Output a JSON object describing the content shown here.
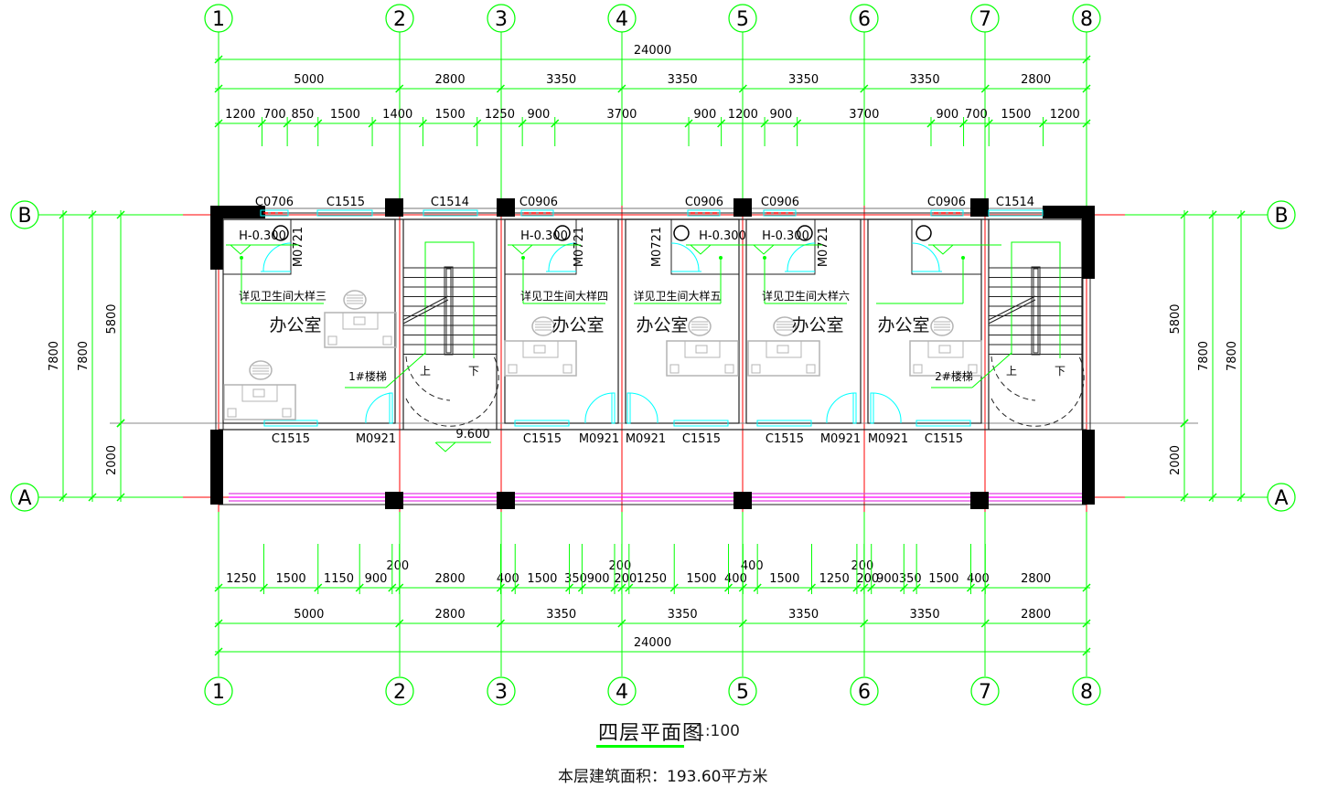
{
  "drawing": {
    "title": "四层平面图",
    "scale": "1:100",
    "floor_area": "本层建筑面积：193.60平方米"
  },
  "axes": {
    "columns": [
      "1",
      "2",
      "3",
      "4",
      "5",
      "6",
      "7",
      "8"
    ],
    "rows": [
      "B",
      "A"
    ]
  },
  "dimensions": {
    "top_total": "24000",
    "top_bays": [
      "5000",
      "2800",
      "3350",
      "3350",
      "3350",
      "3350",
      "2800"
    ],
    "top_detail": [
      "1200",
      "700",
      "850",
      "1500",
      "1400",
      "1500",
      "1250",
      "900",
      "3700",
      "900",
      "1200",
      "900",
      "3700",
      "900",
      "700",
      "1500",
      "1200"
    ],
    "bottom_detail": [
      "1250",
      "1500",
      "1150",
      "900",
      "200",
      "2800",
      "400",
      "1500",
      "350",
      "900",
      "200",
      "200",
      "1250",
      "1500",
      "400",
      "400",
      "1500",
      "1250",
      "200",
      "200",
      "900",
      "350",
      "1500",
      "400",
      "2800"
    ],
    "bottom_bays": [
      "5000",
      "2800",
      "3350",
      "3350",
      "3350",
      "3350",
      "2800"
    ],
    "bottom_total": "24000",
    "left": {
      "outer": "7800",
      "middle": "7800",
      "room": "5800",
      "corridor": "2000"
    },
    "right": {
      "outer": "7800",
      "middle": "7800",
      "room": "5800",
      "corridor": "2000"
    }
  },
  "windows_top": [
    "C0706",
    "C1515",
    "C1514",
    "C0906",
    "C0906",
    "C0906",
    "C0906",
    "C1514"
  ],
  "openings_bottom": [
    "C1515",
    "M0921",
    "C1515",
    "M0921",
    "M0921",
    "C1515",
    "C1515",
    "M0921",
    "M0921",
    "C1515"
  ],
  "bathroom_doors": [
    "M0721",
    "M0721",
    "M0721",
    "M0721"
  ],
  "bathroom_levels": [
    "H-0.300",
    "H-0.300",
    "H-0.300",
    "H-0.300"
  ],
  "bathroom_notes": [
    "详见卫生间大样三",
    "详见卫生间大样四",
    "详见卫生间大样五",
    "详见卫生间大样六"
  ],
  "rooms": [
    "办公室",
    "办公室",
    "办公室",
    "办公室",
    "办公室"
  ],
  "stairs": [
    {
      "name": "1#楼梯",
      "up": "上",
      "down": "下"
    },
    {
      "name": "2#楼梯",
      "up": "上",
      "down": "下"
    }
  ],
  "elevation": "9.600",
  "colors": {
    "axis": "#ff0000",
    "dimension": "#00ff00",
    "window": "#00ffff",
    "wall": "#000000",
    "furniture": "#b4b4b4",
    "glazing": "#ff00ff"
  }
}
